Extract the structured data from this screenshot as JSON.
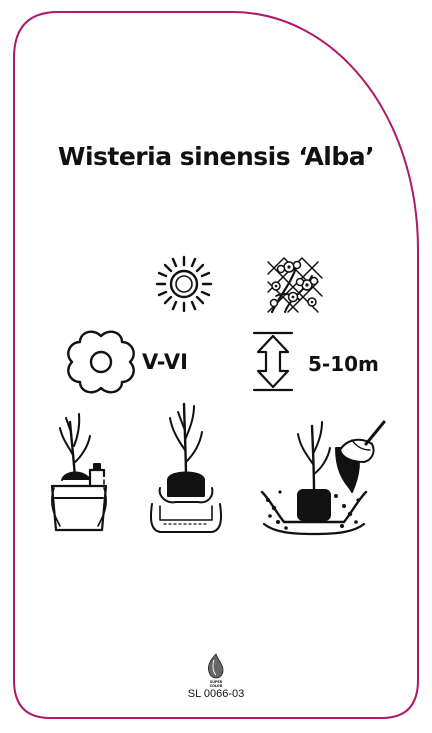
{
  "plant_name": "Wisteria sinensis ‘Alba’",
  "flowering_months": "V-VI",
  "height_range": "5-10m",
  "catalog_code": "SL 0066-03",
  "brand": {
    "line1": "SUPER",
    "line2": "COLOR"
  },
  "icons": {
    "exposure": "sun-icon",
    "support": "trellis-climber-icon",
    "flowering": "flower-icon",
    "height": "height-arrow-icon",
    "planting_steps": [
      "soak-in-bucket-icon",
      "place-in-pit-icon",
      "backfill-soil-icon"
    ]
  },
  "colors": {
    "border": "#b0186c",
    "ink": "#111111",
    "background": "#ffffff"
  }
}
